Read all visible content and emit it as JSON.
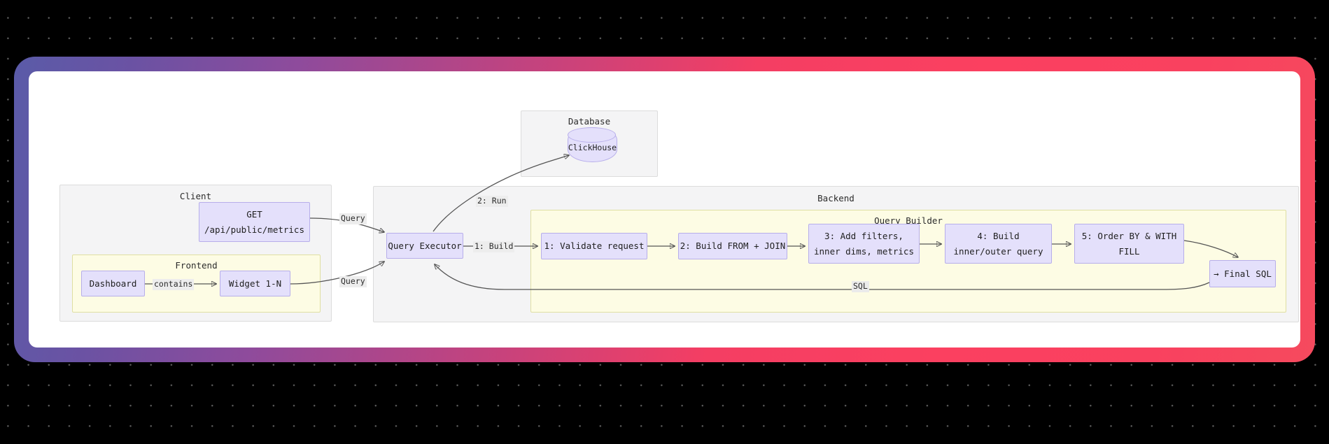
{
  "diagram": {
    "type": "flowchart",
    "background": {
      "color": "#000000",
      "pattern": "dot-grid"
    },
    "frame": {
      "gradient_from": "#5a5ba8",
      "gradient_mid": "#c2437f",
      "gradient_to": "#f9415f",
      "inner_background": "#ffffff"
    }
  },
  "subgraphs": {
    "client": {
      "title": "Client",
      "fill": "#f4f4f5",
      "stroke": "#dcdcdc"
    },
    "frontend": {
      "title": "Frontend",
      "fill": "#fdfce4",
      "stroke": "#dfdfa2"
    },
    "database": {
      "title": "Database",
      "fill": "#f4f4f5",
      "stroke": "#dcdcdc"
    },
    "backend": {
      "title": "Backend",
      "fill": "#f4f4f5",
      "stroke": "#dcdcdc"
    },
    "query_builder": {
      "title": "Query Builder",
      "fill": "#fdfce4",
      "stroke": "#dfdfa2"
    }
  },
  "nodes": {
    "api_endpoint": {
      "line1": "GET",
      "line2": "/api/public/metrics"
    },
    "dashboard": {
      "label": "Dashboard"
    },
    "widget": {
      "label": "Widget 1-N"
    },
    "clickhouse": {
      "label": "ClickHouse"
    },
    "query_executor": {
      "label": "Query Executor"
    },
    "step1": {
      "label": "1: Validate request"
    },
    "step2": {
      "label": "2: Build FROM + JOIN"
    },
    "step3": {
      "line1": "3: Add filters,",
      "line2": "inner dims, metrics"
    },
    "step4": {
      "line1": "4: Build",
      "line2": "inner/outer query"
    },
    "step5": {
      "line1": "5: Order BY & WITH",
      "line2": "FILL"
    },
    "final_sql": {
      "label": "→ Final SQL"
    }
  },
  "edges": [
    {
      "id": "dashboard-widget",
      "label": "contains"
    },
    {
      "id": "api-to-executor",
      "label": "Query"
    },
    {
      "id": "widget-to-executor",
      "label": "Query"
    },
    {
      "id": "executor-to-clickhouse",
      "label": "2: Run"
    },
    {
      "id": "executor-to-step1",
      "label": "1: Build"
    },
    {
      "id": "finalsql-to-executor",
      "label": "SQL"
    },
    {
      "id": "step1-step2",
      "label": ""
    },
    {
      "id": "step2-step3",
      "label": ""
    },
    {
      "id": "step3-step4",
      "label": ""
    },
    {
      "id": "step4-step5",
      "label": ""
    },
    {
      "id": "step5-finalsql",
      "label": ""
    }
  ]
}
